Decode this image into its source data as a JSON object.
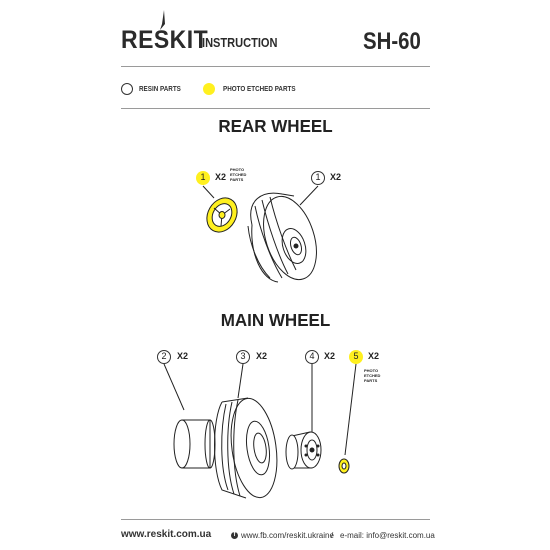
{
  "header": {
    "brand": "RESKIT",
    "title": "INSTRUCTION",
    "model": "SH-60"
  },
  "legend": {
    "resin_label": "RESIN PARTS",
    "pe_label": "PHOTO ETCHED PARTS"
  },
  "colors": {
    "photo_etched": "#fff01f",
    "line": "#222222"
  },
  "sections": [
    {
      "title": "REAR WHEEL"
    },
    {
      "title": "MAIN WHEEL"
    }
  ],
  "rear_callouts": [
    {
      "number": "1",
      "qty": "X2",
      "pe": true,
      "note": [
        "PHOTO",
        "ETCHED",
        "PARTS"
      ]
    },
    {
      "number": "1",
      "qty": "X2",
      "pe": false
    }
  ],
  "main_callouts": [
    {
      "number": "2",
      "qty": "X2",
      "pe": false
    },
    {
      "number": "3",
      "qty": "X2",
      "pe": false
    },
    {
      "number": "4",
      "qty": "X2",
      "pe": false
    },
    {
      "number": "5",
      "qty": "X2",
      "pe": true,
      "note": [
        "PHOTO",
        "ETCHED",
        "PARTS"
      ]
    }
  ],
  "footer": {
    "website": "www.reskit.com.ua",
    "facebook_icon": "facebook-icon",
    "facebook": "www.fb.com/reskit.ukraine",
    "separator": "/",
    "email": "e-mail: info@reskit.com.ua"
  }
}
